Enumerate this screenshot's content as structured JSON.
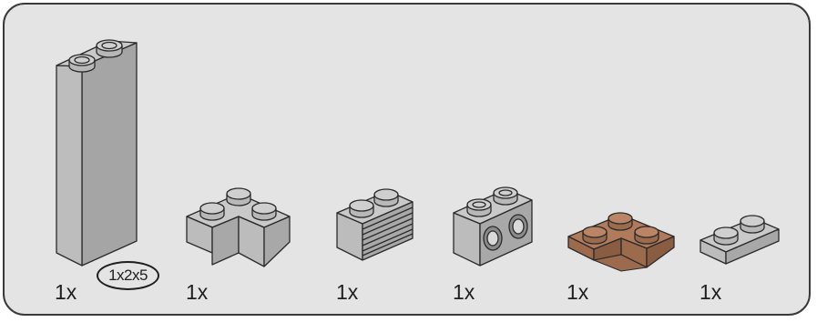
{
  "parts": [
    {
      "id": "brick-1x2x5",
      "quantity": "1x",
      "size_label": "1x2x5",
      "color": "#a9a9a9"
    },
    {
      "id": "brick-corner",
      "quantity": "1x",
      "color": "#a9a9a9"
    },
    {
      "id": "brick-grille",
      "quantity": "1x",
      "color": "#a9a9a9"
    },
    {
      "id": "technic-brick-holes",
      "quantity": "1x",
      "color": "#a9a9a9"
    },
    {
      "id": "plate-corner",
      "quantity": "1x",
      "color": "#9c6b4e"
    },
    {
      "id": "plate-1x2",
      "quantity": "1x",
      "color": "#a9a9a9"
    }
  ],
  "colors": {
    "panel": "#e4e4e4",
    "border": "#3a3a3a",
    "gray_part": "#a9a9a9",
    "brown_part": "#9c6b4e"
  }
}
